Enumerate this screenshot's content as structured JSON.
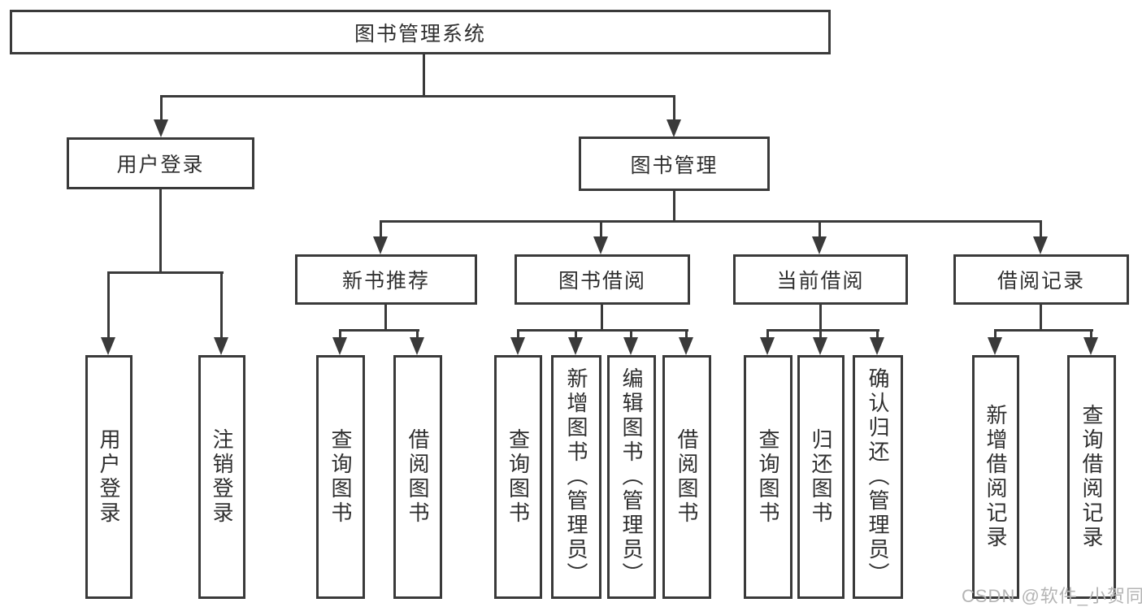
{
  "diagram": {
    "root": {
      "label": "图书管理系统"
    },
    "level2": [
      {
        "label": "用户登录"
      },
      {
        "label": "图书管理"
      }
    ],
    "level3": [
      {
        "label": "新书推荐"
      },
      {
        "label": "图书借阅"
      },
      {
        "label": "当前借阅"
      },
      {
        "label": "借阅记录"
      }
    ],
    "leaves": {
      "user_login": [
        "用户登录",
        "注销登录"
      ],
      "new_book_recommend": [
        "查询图书",
        "借阅图书"
      ],
      "book_borrowing": [
        "查询图书",
        "新增图书（管理员）",
        "编辑图书（管理员）",
        "借阅图书"
      ],
      "current_borrowing": [
        "查询图书",
        "归还图书",
        "确认归还（管理员）"
      ],
      "borrowing_records": [
        "新增借阅记录",
        "查询借阅记录"
      ]
    }
  },
  "watermark": "CSDN @软件_小贺同学",
  "colors": {
    "line": "#3a3a3a",
    "text": "#2f2f2f",
    "watermark": "#b4b4b4",
    "bg": "#ffffff"
  }
}
